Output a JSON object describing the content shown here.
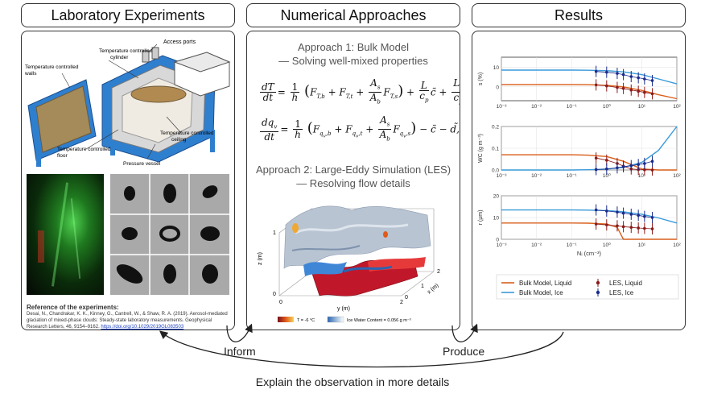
{
  "tabs": {
    "lab": "Laboratory Experiments",
    "numerical": "Numerical Approaches",
    "results": "Results"
  },
  "lab": {
    "chamber_labels": {
      "access_ports": "Access ports",
      "temp_cylinder_1": "Temperature controlled",
      "temp_cylinder_2": "cylinder",
      "temp_walls_1": "Temperature controlled",
      "temp_walls_2": "walls",
      "temp_ceiling_1": "Temperature controlled",
      "temp_ceiling_2": "ceiling",
      "temp_floor_1": "Temperature controlled",
      "temp_floor_2": "floor",
      "pressure_vessel": "Pressure vessel"
    },
    "reference_title": "Reference of the experiments:",
    "reference_line1": "Desai, N., Chandrakar, K. K., Kinney, G., Cantrell, W., & Shaw, R. A. (2019). Aerosol-mediated",
    "reference_line2": "glaciation of mixed-phase clouds: Steady-state laboratory measurements. Geophysical",
    "reference_line3": "Research Letters, 46, 9154–9162.",
    "reference_link": "https://doi.org/10.1029/2019GL083503"
  },
  "numerical": {
    "approach1_title": "Approach 1: Bulk Model",
    "approach1_subtitle": "— Solving well-mixed properties",
    "approach2_title": "Approach 2: Large-Eddy Simulation (LES)",
    "approach2_subtitle": "— Resolving flow details",
    "les_axes": {
      "z": "z (m)",
      "y": "y (m)",
      "x": "x (m)"
    },
    "les_ticks": {
      "z1": "1",
      "z0": "0",
      "y0": "0",
      "y2": "2",
      "x0": "0",
      "x1": "1",
      "x2": "2"
    },
    "legend_temp": "T = -6 °C",
    "legend_iwc": "Ice Water Content = 0.056 g m⁻³"
  },
  "results": {
    "ylabels": [
      "s (%)",
      "WC (g m⁻³)",
      "r (μm)"
    ],
    "xlabel": "Nᵢ (cm⁻³)",
    "xticks": [
      "10⁻³",
      "10⁻²",
      "10⁻¹",
      "10⁰",
      "10¹",
      "10²"
    ],
    "yticks_s": [
      "10",
      "0"
    ],
    "yticks_wc": [
      "0.2",
      "0.1",
      "0.0"
    ],
    "yticks_r": [
      "20",
      "10",
      "0"
    ],
    "legend": {
      "bulk_liquid": "Bulk Model, Liquid",
      "bulk_ice": "Bulk Model, Ice",
      "les_liquid": "LES, Liquid",
      "les_ice": "LES, Ice"
    }
  },
  "arrows": {
    "inform": "Inform",
    "produce": "Produce",
    "explain": "Explain the observation in more details"
  },
  "colors": {
    "liquid": "#d95f1c",
    "ice": "#3a9ad9",
    "les_liquid": "#8b1a1a",
    "les_ice": "#1a2a8b",
    "chamber_blue": "#2f7fcf"
  },
  "chart_data": [
    {
      "type": "line",
      "panel": "s",
      "ylabel": "s (%)",
      "xscale": "log",
      "xlim": [
        0.001,
        100
      ],
      "ylim": [
        -7,
        15
      ],
      "x": [
        0.001,
        0.01,
        0.1,
        0.3,
        1,
        3,
        10,
        30,
        100
      ],
      "series": [
        {
          "name": "Bulk Model, Liquid",
          "values": [
            1.2,
            1.2,
            1.2,
            1.1,
            0.8,
            0.0,
            -1.8,
            -4.0,
            -6.0
          ]
        },
        {
          "name": "Bulk Model, Ice",
          "values": [
            8.5,
            8.5,
            8.5,
            8.4,
            8.2,
            7.6,
            6.2,
            4.0,
            1.5
          ]
        }
      ],
      "les": [
        {
          "name": "LES, Liquid",
          "x": [
            0.5,
            1,
            2,
            3,
            5,
            8,
            12,
            20
          ],
          "y": [
            1.0,
            0.5,
            -0.3,
            -0.8,
            -1.6,
            -2.2,
            -2.8,
            -3.5
          ]
        },
        {
          "name": "LES, Ice",
          "x": [
            0.5,
            1,
            2,
            3,
            5,
            8,
            12,
            20
          ],
          "y": [
            7.8,
            7.4,
            6.8,
            6.2,
            5.2,
            4.6,
            4.0,
            3.2
          ]
        }
      ]
    },
    {
      "type": "line",
      "panel": "wc",
      "ylabel": "WC (g m⁻³)",
      "xscale": "log",
      "xlim": [
        0.001,
        100
      ],
      "ylim": [
        0,
        0.2
      ],
      "x": [
        0.001,
        0.01,
        0.1,
        0.3,
        1,
        3,
        10,
        30,
        100
      ],
      "series": [
        {
          "name": "Bulk Model, Liquid",
          "values": [
            0.07,
            0.07,
            0.07,
            0.068,
            0.062,
            0.04,
            0.005,
            0.0,
            0.0
          ]
        },
        {
          "name": "Bulk Model, Ice",
          "values": [
            0.0,
            0.0,
            0.0,
            0.001,
            0.004,
            0.012,
            0.035,
            0.09,
            0.2
          ]
        }
      ],
      "les": [
        {
          "name": "LES, Liquid",
          "x": [
            0.5,
            1,
            2,
            3,
            5,
            8,
            12,
            20
          ],
          "y": [
            0.055,
            0.045,
            0.03,
            0.018,
            0.005,
            0.002,
            0.001,
            0.0
          ]
        },
        {
          "name": "LES, Ice",
          "x": [
            0.5,
            1,
            2,
            3,
            5,
            8,
            12,
            20
          ],
          "y": [
            0.002,
            0.005,
            0.01,
            0.015,
            0.02,
            0.025,
            0.03,
            0.04
          ]
        }
      ]
    },
    {
      "type": "line",
      "panel": "r",
      "ylabel": "r (μm)",
      "xscale": "log",
      "xlim": [
        0.001,
        100
      ],
      "ylim": [
        0,
        20
      ],
      "x": [
        0.001,
        0.01,
        0.1,
        0.3,
        1,
        2,
        3,
        10,
        30,
        100
      ],
      "series": [
        {
          "name": "Bulk Model, Liquid",
          "values": [
            7.5,
            7.5,
            7.5,
            7.4,
            7.0,
            5.5,
            0.0,
            0.0,
            0.0,
            0.0
          ]
        },
        {
          "name": "Bulk Model, Ice",
          "values": [
            13.5,
            13.5,
            13.5,
            13.4,
            13.2,
            12.9,
            12.6,
            11.5,
            9.8,
            7.5
          ]
        }
      ],
      "les": [
        {
          "name": "LES, Liquid",
          "x": [
            0.5,
            1,
            2,
            3,
            5,
            8,
            12,
            20
          ],
          "y": [
            7.0,
            6.6,
            6.2,
            5.8,
            5.5,
            5.2,
            5.0,
            4.8
          ]
        },
        {
          "name": "LES, Ice",
          "x": [
            0.5,
            1,
            2,
            3,
            5,
            8,
            12,
            20
          ],
          "y": [
            13.5,
            13.0,
            12.5,
            12.0,
            11.5,
            11.0,
            10.5,
            10.0
          ]
        }
      ]
    }
  ]
}
